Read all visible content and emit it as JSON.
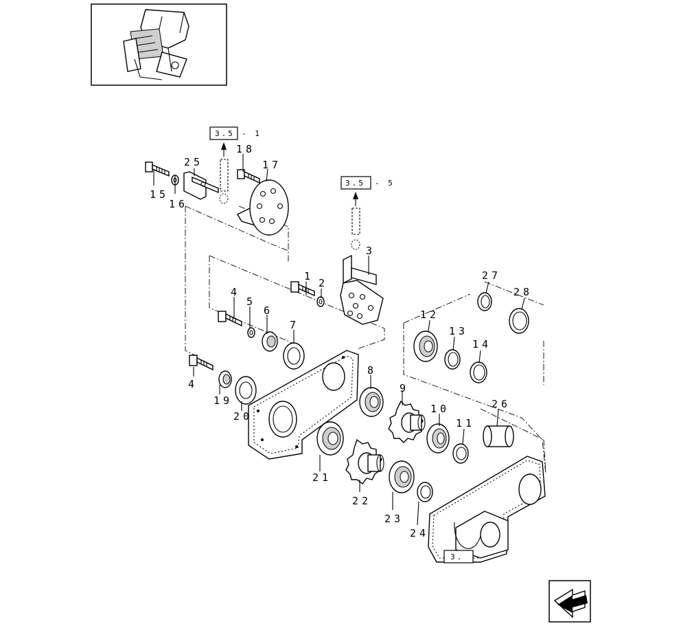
{
  "diagram": {
    "callouts": {
      "c1": "1",
      "c2": "2",
      "c3": "3",
      "c4a": "4",
      "c4b": "4",
      "c5": "5",
      "c6": "6",
      "c7": "7",
      "c8": "8",
      "c9": "9",
      "c10": "10",
      "c11": "11",
      "c12": "12",
      "c13": "13",
      "c14": "14",
      "c15": "15",
      "c16": "16",
      "c17": "17",
      "c18": "18",
      "c19": "19",
      "c20": "20",
      "c21": "21",
      "c22": "22",
      "c23": "23",
      "c24": "24",
      "c25": "25",
      "c26": "26",
      "c27": "27",
      "c28": "28"
    },
    "references": {
      "ref_top_box": "3.5",
      "ref_top_suffix": "- 1",
      "ref_mid_box": "3.5",
      "ref_mid_suffix": "- 5",
      "ref_bottom_box": "3."
    },
    "icons": {
      "thumbnail": "machine-overview-icon",
      "navigation": "previous-page-arrow-icon"
    }
  }
}
